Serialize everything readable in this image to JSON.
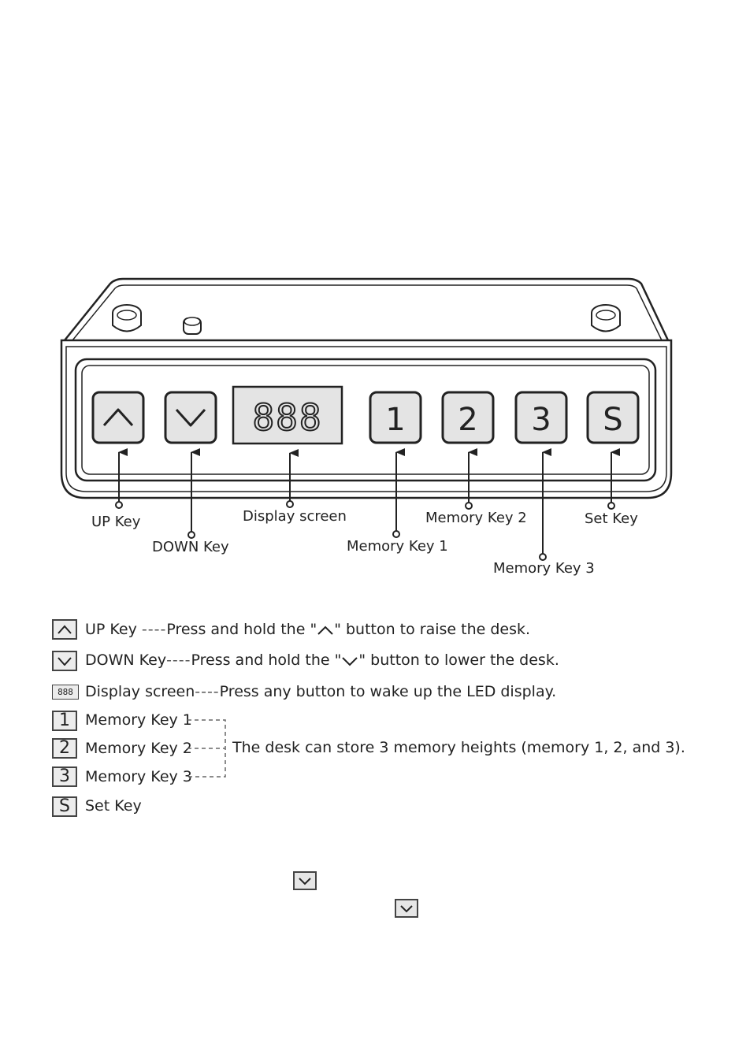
{
  "callouts": {
    "up": "UP Key",
    "down": "DOWN Key",
    "display": "Display screen",
    "mem1": "Memory Key 1",
    "mem2": "Memory Key 2",
    "mem3": "Memory Key 3",
    "set": "Set Key"
  },
  "panel": {
    "display_digits": "888",
    "key1": "1",
    "key2": "2",
    "key3": "3",
    "keyS": "S"
  },
  "legend": {
    "up": {
      "name": "UP Key",
      "dash": "----",
      "desc_a": "Press and hold the \"",
      "desc_b": "\" button to raise the desk."
    },
    "down": {
      "name": "DOWN Key",
      "dash": "----",
      "desc_a": "Press and hold the \"",
      "desc_b": "\" button to lower the desk."
    },
    "display": {
      "icon": "888",
      "name": "Display screen",
      "dash": "----",
      "desc": "Press any button to wake up the LED display."
    },
    "mem1": {
      "icon": "1",
      "name": "Memory Key 1"
    },
    "mem2": {
      "icon": "2",
      "name": "Memory Key 2"
    },
    "mem3": {
      "icon": "3",
      "name": "Memory Key 3"
    },
    "memory_note": "The desk can store 3 memory heights (memory 1,  2, and 3).",
    "set": {
      "icon": "S",
      "name": "Set Key"
    }
  }
}
